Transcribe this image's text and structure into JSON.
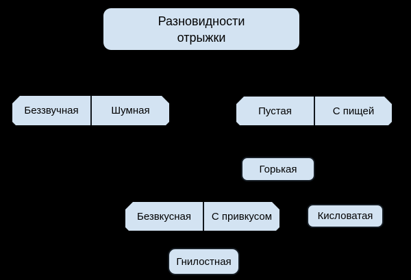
{
  "canvas": {
    "background": "#000000"
  },
  "colors": {
    "node_fill": "#d3e3f2",
    "node_border": "#161d24",
    "divider": "#10161c",
    "text": "#000000"
  },
  "diagram": {
    "title": "Разновидности\nотрыжки",
    "groups": {
      "sound": {
        "left": "Беззвучная",
        "right": "Шумная"
      },
      "content": {
        "left": "Пустая",
        "right": "С пищей"
      },
      "taste": {
        "left": "Безвкусная",
        "right": "С привкусом"
      }
    },
    "nodes": {
      "bitter": "Горькая",
      "sourish": "Кисловатая",
      "putrid": "Гнилостная"
    }
  }
}
